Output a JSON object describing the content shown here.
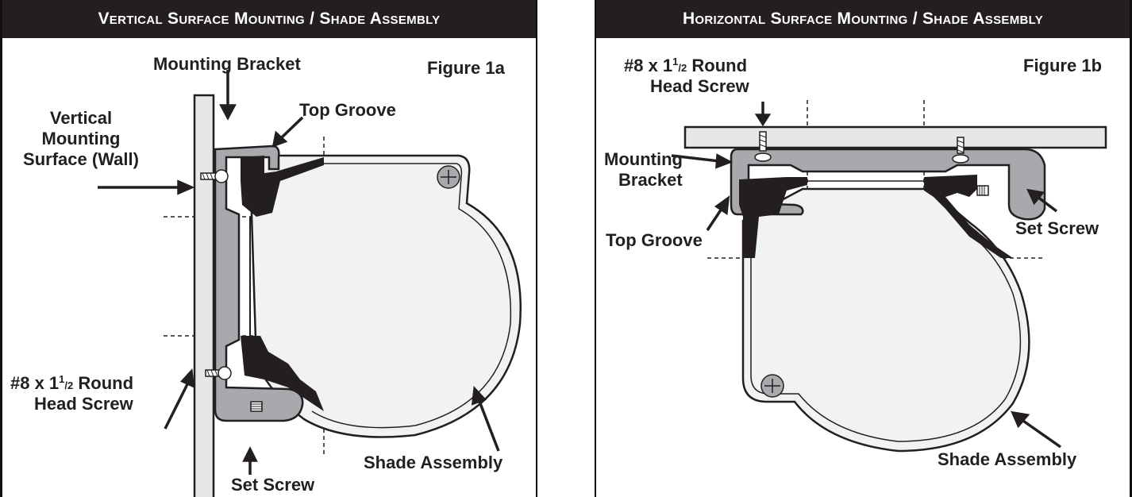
{
  "left_panel": {
    "header": "Vertical Surface Mounting / Shade Assembly",
    "figure": "Figure 1a",
    "labels": {
      "mounting_bracket": "Mounting Bracket",
      "top_groove": "Top Groove",
      "vertical_surface_1": "Vertical",
      "vertical_surface_2": "Mounting",
      "vertical_surface_3": "Surface (Wall)",
      "screw_1": "#8 x 1",
      "screw_sup": "1",
      "screw_frac": "/2",
      "screw_rest": " Round",
      "screw_2": "Head Screw",
      "set_screw": "Set Screw",
      "shade_assembly": "Shade Assembly"
    }
  },
  "right_panel": {
    "header": "Horizontal Surface Mounting / Shade Assembly",
    "figure": "Figure 1b",
    "labels": {
      "screw_1": "#8 x 1",
      "screw_sup": "1",
      "screw_frac": "/2",
      "screw_rest": " Round",
      "screw_2": "Head Screw",
      "mounting_bracket_1": "Mounting",
      "mounting_bracket_2": "Bracket",
      "top_groove": "Top Groove",
      "set_screw": "Set Screw",
      "shade_assembly": "Shade Assembly"
    }
  },
  "colors": {
    "header_bg": "#231f20",
    "surface_fill": "#e6e7e8",
    "bracket_fill": "#a7a9ac",
    "shade_fill": "#f1f2f2",
    "extrusion_fill": "#231f20"
  }
}
